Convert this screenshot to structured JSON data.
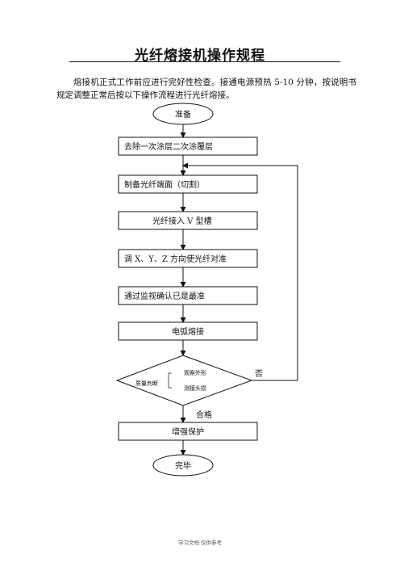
{
  "document": {
    "title": "光纤熔接机操作规程",
    "intro": "熔接机正式工作前应进行完好性检查。接通电源预热 5-10 分钟，按说明书规定调整正常后按以下操作流程进行光纤熔接。",
    "footer": "学习文档 仅供参考"
  },
  "flowchart": {
    "start": "准备",
    "steps": [
      "去除一次涂层二次涂覆层",
      "制备光纤端面（切割）",
      "光纤接入 V 型槽",
      "调 X、Y、Z 方向使光纤对准",
      "通过监视确认已是最准",
      "电弧熔接"
    ],
    "decision": {
      "label": "质量判断",
      "check1": "观察外形",
      "check2": "测接头损",
      "no_label": "否",
      "yes_label": "合格"
    },
    "final_step": "增强保护",
    "end": "完毕"
  }
}
